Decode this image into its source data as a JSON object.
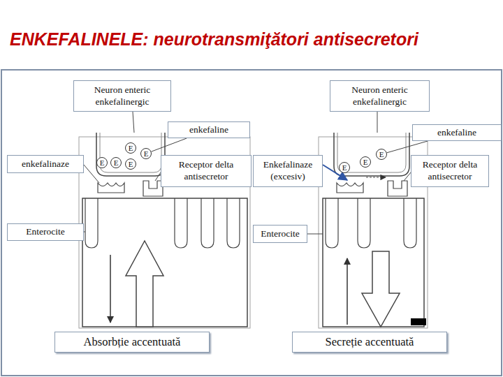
{
  "diagram": {
    "title": "ENKEFALINELE: neurotransmiţători antisecretori",
    "nodes": [
      {
        "text": [
          "Neuron enteric enkefalinergic"
        ]
      },
      {
        "text": [
          "Neuron enteric enkefalinergic"
        ]
      },
      {
        "text": [
          "enkefaline"
        ]
      },
      {
        "text": [
          "enkefaline"
        ]
      },
      {
        "text": [
          "E"
        ]
      },
      {
        "text": [
          "E"
        ]
      },
      {
        "text": [
          "E"
        ]
      },
      {
        "text": [
          "E"
        ]
      },
      {
        "text": [
          "E"
        ]
      },
      {
        "text": [
          "enkefalinaze"
        ]
      },
      {
        "text": [
          "Receptor delta antisecretor"
        ]
      },
      {
        "text": [
          "Enkefalinaze (excesiv)"
        ]
      },
      {
        "text": [
          "E"
        ]
      },
      {
        "text": [
          "E"
        ]
      },
      {
        "text": [
          "E"
        ]
      },
      {
        "text": [
          "Receptor delta antisecretor"
        ]
      },
      {
        "text": [
          "Enterocite"
        ]
      },
      {
        "text": [
          "Enterocite"
        ]
      },
      {
        "text": [
          "Absorbție accentuată"
        ]
      },
      {
        "text": [
          "Secreție accentuată"
        ]
      }
    ],
    "edges": [
      {
        "from": 2,
        "to": 8,
        "arrow": "none"
      },
      {
        "from": 3,
        "to": 14,
        "arrow": "none"
      }
    ]
  }
}
